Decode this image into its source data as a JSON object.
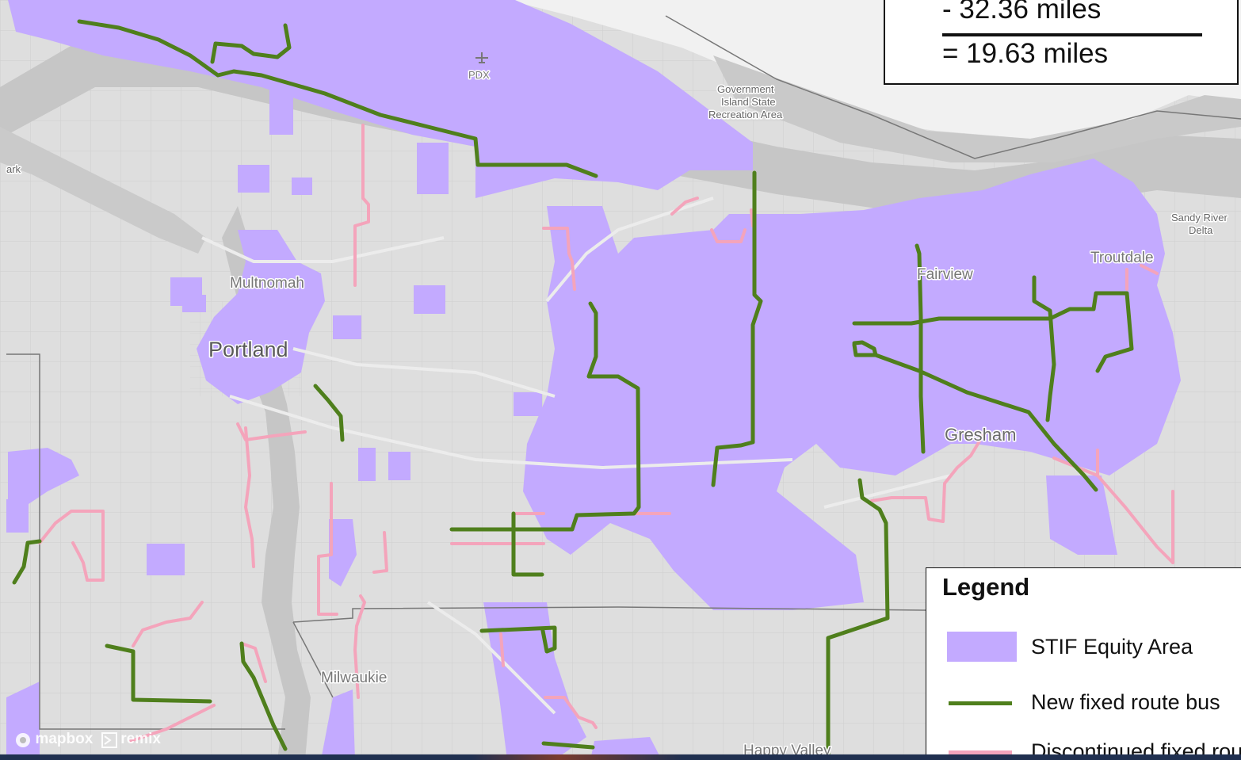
{
  "calc": {
    "subtract_line": "-  32.36 miles",
    "total_line": "= 19.63 miles"
  },
  "legend": {
    "title": "Legend",
    "items": [
      {
        "label": "STIF Equity Area",
        "kind": "fill",
        "color": "#c3aaff"
      },
      {
        "label": "New fixed route bus",
        "kind": "line",
        "color": "#4f7f1c"
      },
      {
        "label": "Discontinued fixed route",
        "kind": "line",
        "color": "#f4a4bb"
      }
    ]
  },
  "places": {
    "pdx": "PDX",
    "govt_island": [
      "Government",
      "Island State",
      "Recreation Area"
    ],
    "park": "ark",
    "sandy_river": [
      "Sandy River",
      "Delta"
    ],
    "troutdale": "Troutdale",
    "fairview": "Fairview",
    "multnomah": "Multnomah",
    "portland": "Portland",
    "gresham": "Gresham",
    "milwaukie": "Milwaukie",
    "happy_valley": "Happy Valley"
  },
  "attribution": {
    "mapbox": "mapbox",
    "remix": "remix"
  },
  "colors": {
    "equity_fill": "#c3aaff",
    "new_route": "#4f7f1c",
    "discontinued_route": "#f4a4bb",
    "land": "#dddddd",
    "river": "#c6c6c6"
  }
}
